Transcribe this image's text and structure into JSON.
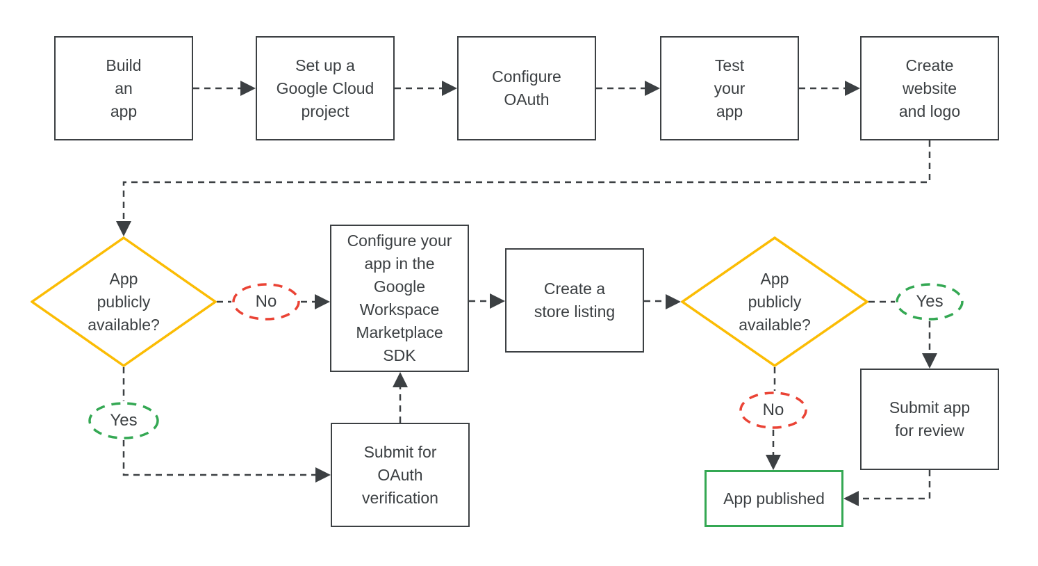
{
  "colors": {
    "line": "#3C4043",
    "text": "#3C4043",
    "box_border": "#3C4043",
    "decision_border": "#FBBC04",
    "no_badge_border": "#EA4335",
    "yes_badge_border": "#34A853",
    "published_border": "#34A853",
    "background": "#FFFFFF"
  },
  "process_nodes": {
    "build_app": {
      "label": "Build\nan\napp"
    },
    "setup_project": {
      "label": "Set up a\nGoogle Cloud\nproject"
    },
    "configure_oauth": {
      "label": "Configure\nOAuth"
    },
    "test_app": {
      "label": "Test\nyour\napp"
    },
    "create_website": {
      "label": "Create\nwebsite\nand logo"
    },
    "configure_sdk": {
      "label": "Configure your\napp in the\nGoogle\nWorkspace\nMarketplace\nSDK"
    },
    "store_listing": {
      "label": "Create a\nstore listing"
    },
    "oauth_verification": {
      "label": "Submit for\nOAuth\nverification"
    },
    "submit_review": {
      "label": "Submit app\nfor review"
    },
    "app_published": {
      "label": "App published"
    }
  },
  "decision_nodes": {
    "decision_left": {
      "label": "App\npublicly\navailable?"
    },
    "decision_right": {
      "label": "App\npublicly\navailable?"
    }
  },
  "edge_labels": {
    "left_no": "No",
    "left_yes": "Yes",
    "right_yes": "Yes",
    "right_no": "No"
  },
  "edges": [
    {
      "from": "build_app",
      "to": "setup_project"
    },
    {
      "from": "setup_project",
      "to": "configure_oauth"
    },
    {
      "from": "configure_oauth",
      "to": "test_app"
    },
    {
      "from": "test_app",
      "to": "create_website"
    },
    {
      "from": "create_website",
      "to": "decision_left"
    },
    {
      "from": "decision_left",
      "to": "configure_sdk",
      "label": "No"
    },
    {
      "from": "decision_left",
      "to": "oauth_verification",
      "label": "Yes"
    },
    {
      "from": "oauth_verification",
      "to": "configure_sdk"
    },
    {
      "from": "configure_sdk",
      "to": "store_listing"
    },
    {
      "from": "store_listing",
      "to": "decision_right"
    },
    {
      "from": "decision_right",
      "to": "submit_review",
      "label": "Yes"
    },
    {
      "from": "decision_right",
      "to": "app_published",
      "label": "No"
    },
    {
      "from": "submit_review",
      "to": "app_published"
    }
  ]
}
